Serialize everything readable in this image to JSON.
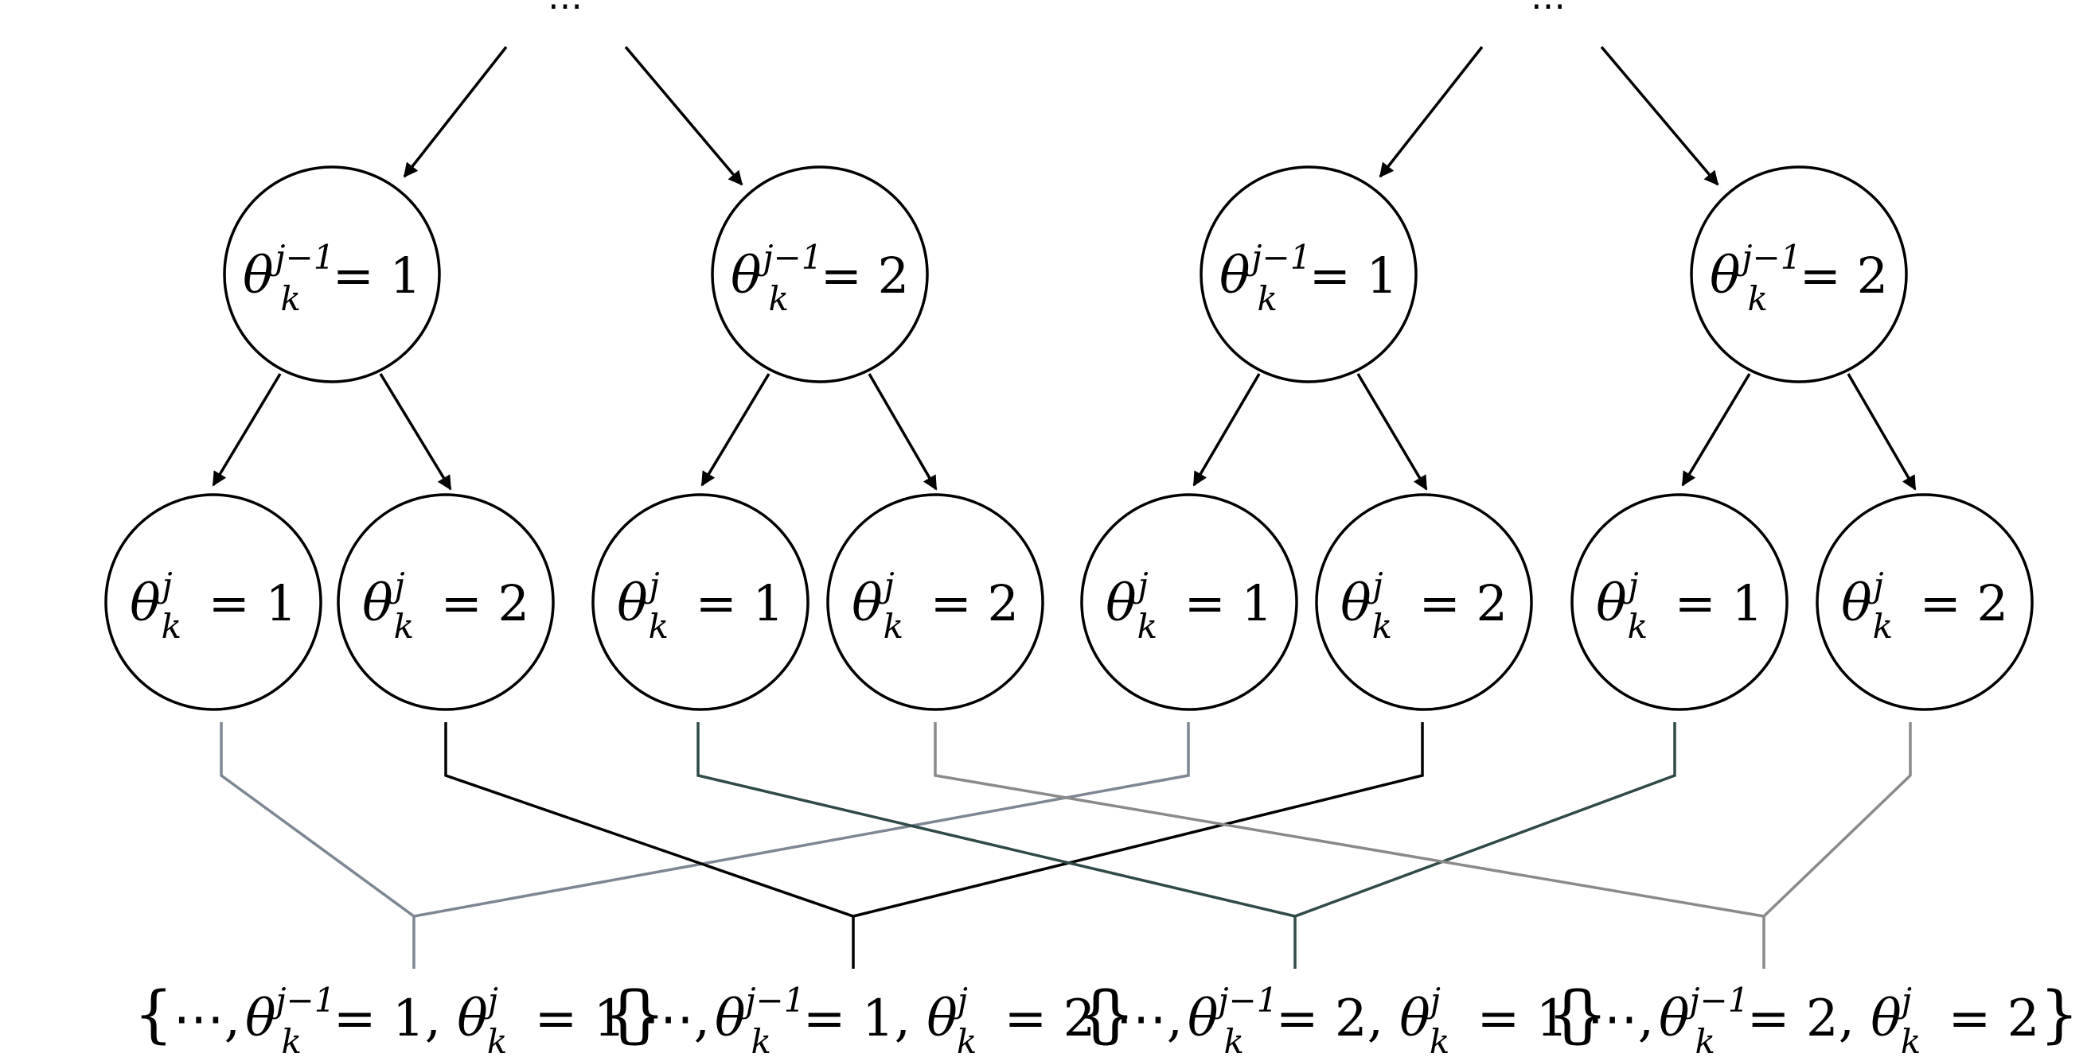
{
  "top_ellipsis": [
    "⋯",
    "⋯"
  ],
  "parent_nodes": [
    {
      "var": "θ",
      "sub": "k",
      "sup": "j−1",
      "value": "1"
    },
    {
      "var": "θ",
      "sub": "k",
      "sup": "j−1",
      "value": "2"
    },
    {
      "var": "θ",
      "sub": "k",
      "sup": "j−1",
      "value": "1"
    },
    {
      "var": "θ",
      "sub": "k",
      "sup": "j−1",
      "value": "2"
    }
  ],
  "child_nodes": [
    {
      "var": "θ",
      "sub": "k",
      "sup": "j",
      "value": "1"
    },
    {
      "var": "θ",
      "sub": "k",
      "sup": "j",
      "value": "2"
    },
    {
      "var": "θ",
      "sub": "k",
      "sup": "j",
      "value": "1"
    },
    {
      "var": "θ",
      "sub": "k",
      "sup": "j",
      "value": "2"
    },
    {
      "var": "θ",
      "sub": "k",
      "sup": "j",
      "value": "1"
    },
    {
      "var": "θ",
      "sub": "k",
      "sup": "j",
      "value": "2"
    },
    {
      "var": "θ",
      "sub": "k",
      "sup": "j",
      "value": "1"
    },
    {
      "var": "θ",
      "sub": "k",
      "sup": "j",
      "value": "2"
    }
  ],
  "sets": [
    {
      "open": "{",
      "dots": "⋯,",
      "prev_sup": "j−1",
      "prev_value": "1",
      "cur_sup": "j",
      "cur_value": "1",
      "close": "}"
    },
    {
      "open": "{",
      "dots": "⋯,",
      "prev_sup": "j−1",
      "prev_value": "1",
      "cur_sup": "j",
      "cur_value": "2",
      "close": "}"
    },
    {
      "open": "{",
      "dots": "⋯,",
      "prev_sup": "j−1",
      "prev_value": "2",
      "cur_sup": "j",
      "cur_value": "1",
      "close": "}"
    },
    {
      "open": "{",
      "dots": "⋯,",
      "prev_sup": "j−1",
      "prev_value": "2",
      "cur_sup": "j",
      "cur_value": "2",
      "close": "}"
    }
  ],
  "connector_colors": [
    "#7d8794",
    "#000000",
    "#2f4a47",
    "#8a8a8a"
  ]
}
